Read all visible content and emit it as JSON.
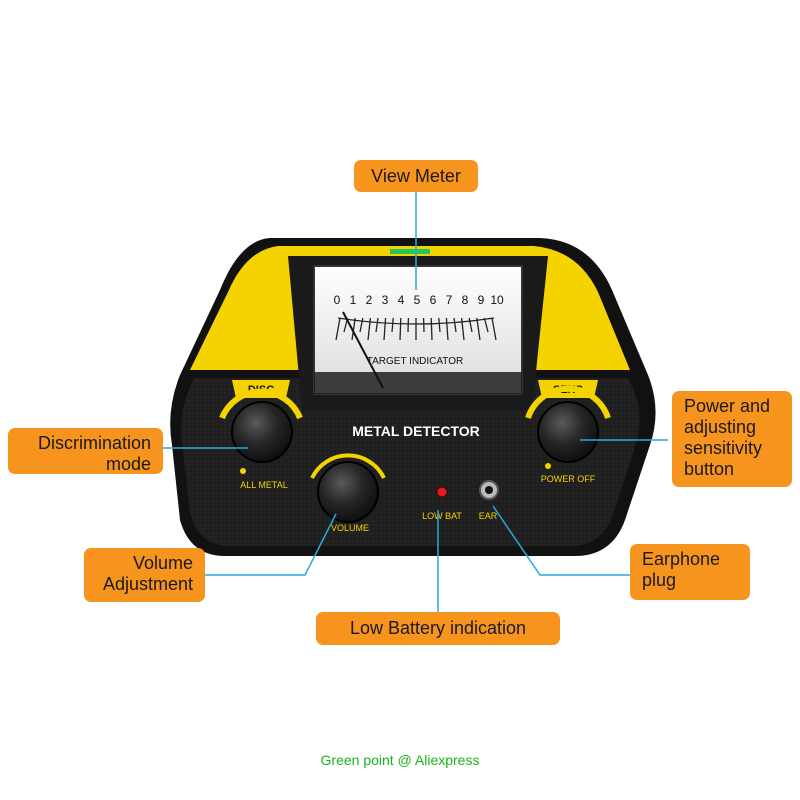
{
  "device": {
    "brand_label": "METAL DETECTOR",
    "meter": {
      "scale": [
        "0",
        "1",
        "2",
        "3",
        "4",
        "5",
        "6",
        "7",
        "8",
        "9",
        "10"
      ],
      "label": "TARGET INDICATOR"
    },
    "controls": {
      "disc_label": "DISC",
      "all_metal_label": "ALL METAL",
      "sens_label": "SENS",
      "power_off_label": "POWER OFF",
      "volume_label": "VOLUME",
      "low_bat_label": "LOW BAT",
      "ear_label": "EAR"
    }
  },
  "callouts": {
    "view_meter": "View Meter",
    "discrimination": "Discrimination\nmode",
    "power": "Power and\nadjusting\nsensitivity\nbutton",
    "volume": "Volume\nAdjustment",
    "earphone": "Earphone\nplug",
    "low_battery": "Low Battery  indication"
  },
  "footer": "Green point @ Aliexpress",
  "colors": {
    "callout_bg": "#f7941d",
    "leader_line": "#29a9e0",
    "body_yellow": "#f5d300",
    "body_black": "#1c1c1c",
    "footer_text": "#1bb31b"
  }
}
